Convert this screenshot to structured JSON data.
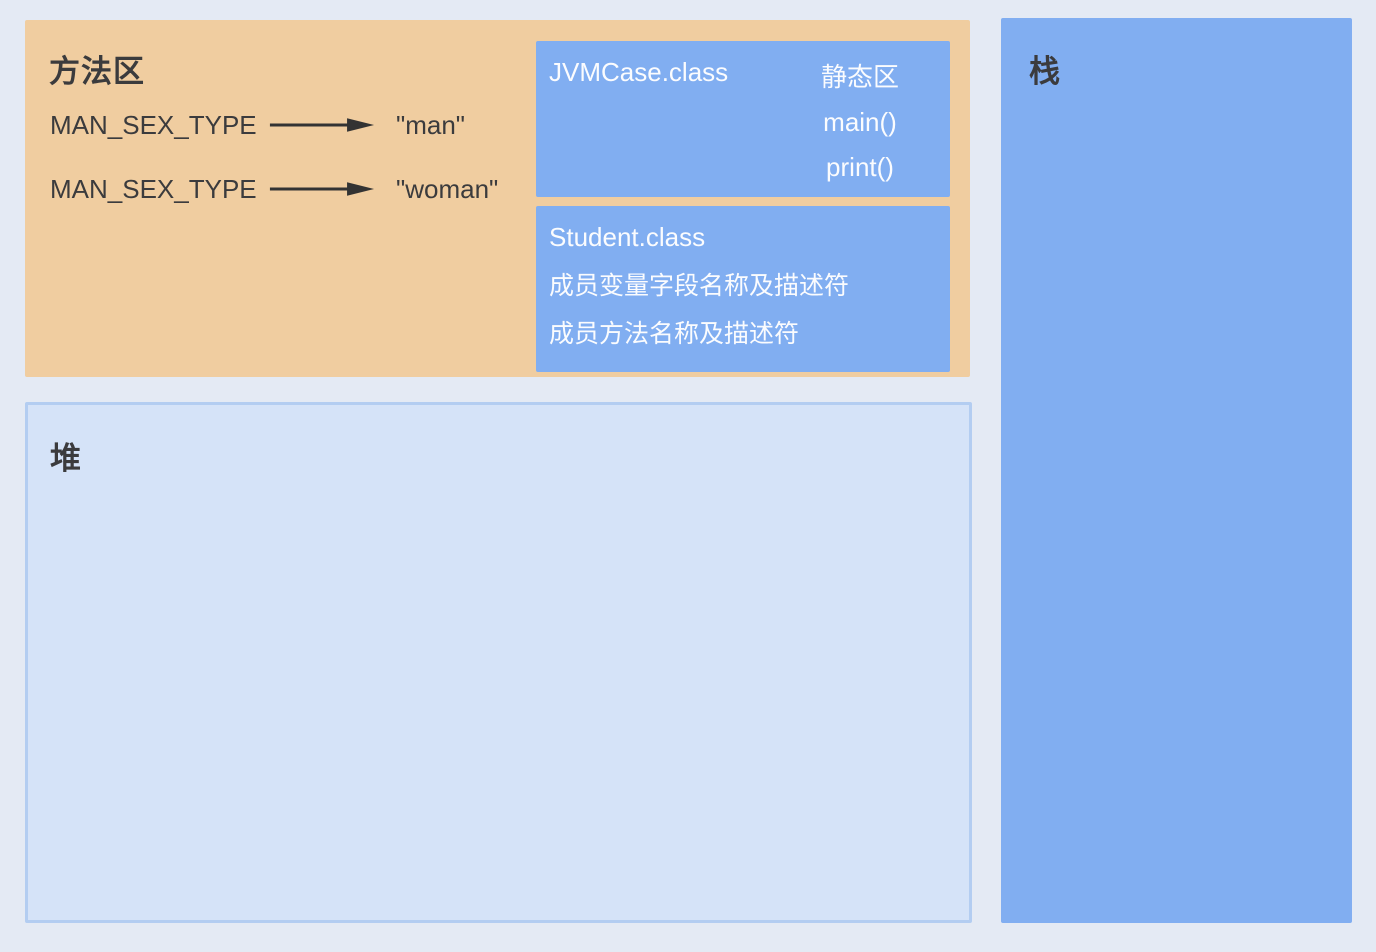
{
  "diagram": {
    "method_area": {
      "title": "方法区",
      "constants": [
        {
          "name": "MAN_SEX_TYPE",
          "value": "\"man\""
        },
        {
          "name": "MAN_SEX_TYPE",
          "value": "\"woman\""
        }
      ],
      "jvmcase_box": {
        "title": "JVMCase.class",
        "static_label": "静态区",
        "methods": [
          "main()",
          "print()"
        ]
      },
      "student_box": {
        "title": "Student.class",
        "lines": [
          "成员变量字段名称及描述符",
          "成员方法名称及描述符"
        ]
      }
    },
    "heap": {
      "title": "堆"
    },
    "stack": {
      "title": "栈"
    }
  },
  "colors": {
    "background": "#e4eaf4",
    "method_area_bg": "#f0cda0",
    "class_box_bg": "#81aef1",
    "heap_bg": "#d5e3f8",
    "heap_border": "#b3cdf1",
    "stack_bg": "#81aef1",
    "text_dark": "#3b3b3d",
    "text_light": "#fbfcfe",
    "arrow": "#333333"
  }
}
